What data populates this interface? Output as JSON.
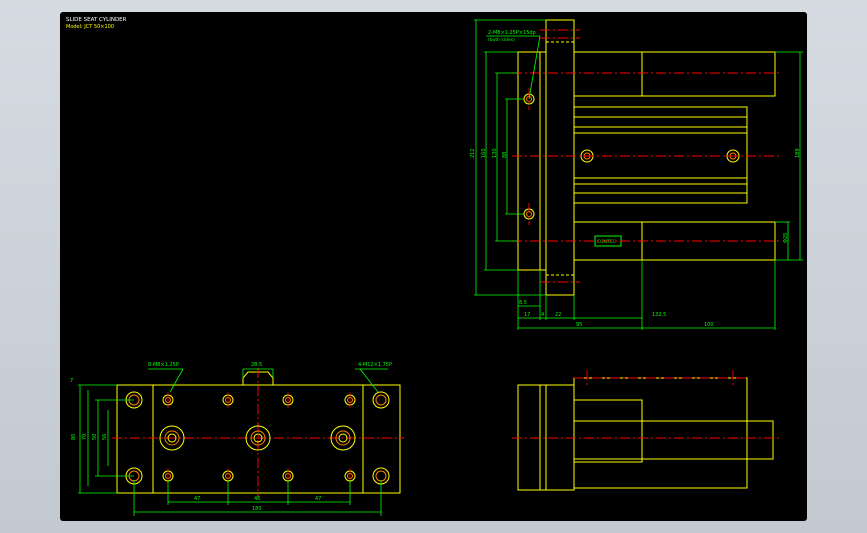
{
  "drawing": {
    "title": "SLIDE SEAT CYLINDER",
    "subtitle": "Model: JCT 50×100"
  },
  "top_view": {
    "callout_left": "8-M8×1.25P",
    "callout_right": "4-M12×1.75P",
    "top_dim": "28.5",
    "dim_7": "7",
    "dim_height_outer": "80",
    "dim_height_2": "70",
    "dim_height_3": "50",
    "dim_height_inner": "56",
    "dim_spacing_1": "47",
    "dim_spacing_2": "46",
    "dim_spacing_3": "47",
    "dim_total": "180"
  },
  "side_view": {
    "callout": "2-M8×1.25P×15dp",
    "callout_sub": "(both sides)",
    "dim_212": "212",
    "dim_160": "160",
    "dim_130": "130",
    "dim_88": "88",
    "dim_189": "189",
    "dim_phi25": "Φ25",
    "dim_8_5": "8.5",
    "dim_17": "17",
    "dim_4": "4",
    "dim_22": "22",
    "dim_132_5": "132.5",
    "dim_95": "95",
    "dim_100": "100",
    "label_box": "CONTEC"
  },
  "colors": {
    "background": "#000000",
    "outline": "#ffff00",
    "dimension": "#00ff00",
    "centerline": "#ff0000",
    "text": "#ffffff",
    "hole": "#ff8000"
  }
}
